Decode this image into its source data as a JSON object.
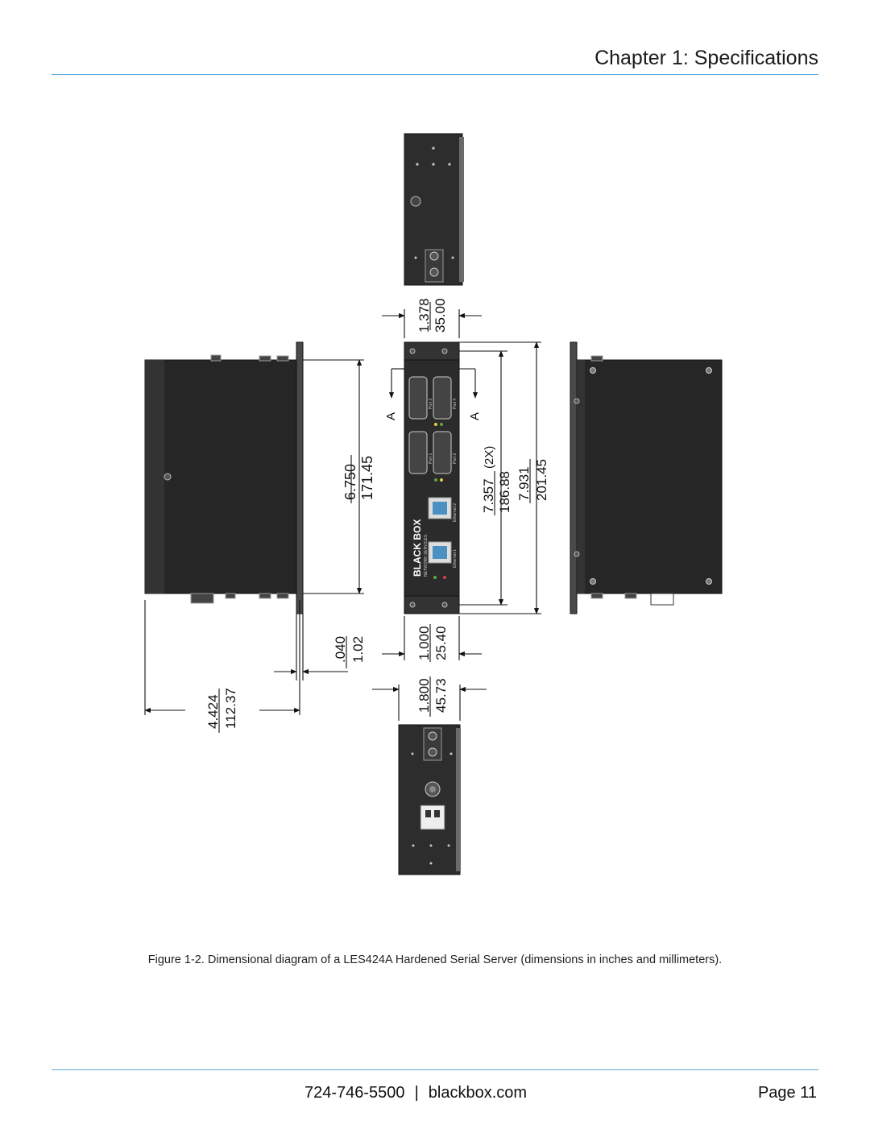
{
  "header": {
    "chapter_title": "Chapter 1: Specifications"
  },
  "figure": {
    "caption": "Figure 1-2. Dimensional diagram of a LES424A Hardened Serial Server (dimensions in inches and millimeters).",
    "dimensions": {
      "depth": {
        "in": "1.378",
        "mm": "35.00"
      },
      "height_body": {
        "in": "6.750",
        "mm": "171.45"
      },
      "height_ports": {
        "in": "7.357",
        "mm": "186.88",
        "note": "(2X)"
      },
      "height_total": {
        "in": "7.931",
        "mm": "201.45"
      },
      "flange_offset": {
        "in": ".040",
        "mm": "1.02"
      },
      "width_side": {
        "in": "4.424",
        "mm": "112.37"
      },
      "width_front": {
        "in": "1.000",
        "mm": "25.40"
      },
      "width_bottom": {
        "in": "1.800",
        "mm": "45.73"
      }
    },
    "section_marks": [
      "A",
      "A"
    ],
    "device_labels": {
      "brand": "BLACK BOX",
      "subbrand": "NETWORK SERVICES",
      "port_labels": [
        "Port 3",
        "Port 4",
        "Port 1",
        "Port 2"
      ],
      "ethernet_labels": [
        "Ethernet 2",
        "Ethernet 1"
      ]
    }
  },
  "footer": {
    "phone": "724-746-5500",
    "separator": "|",
    "website": "blackbox.com",
    "page_label": "Page 11"
  }
}
